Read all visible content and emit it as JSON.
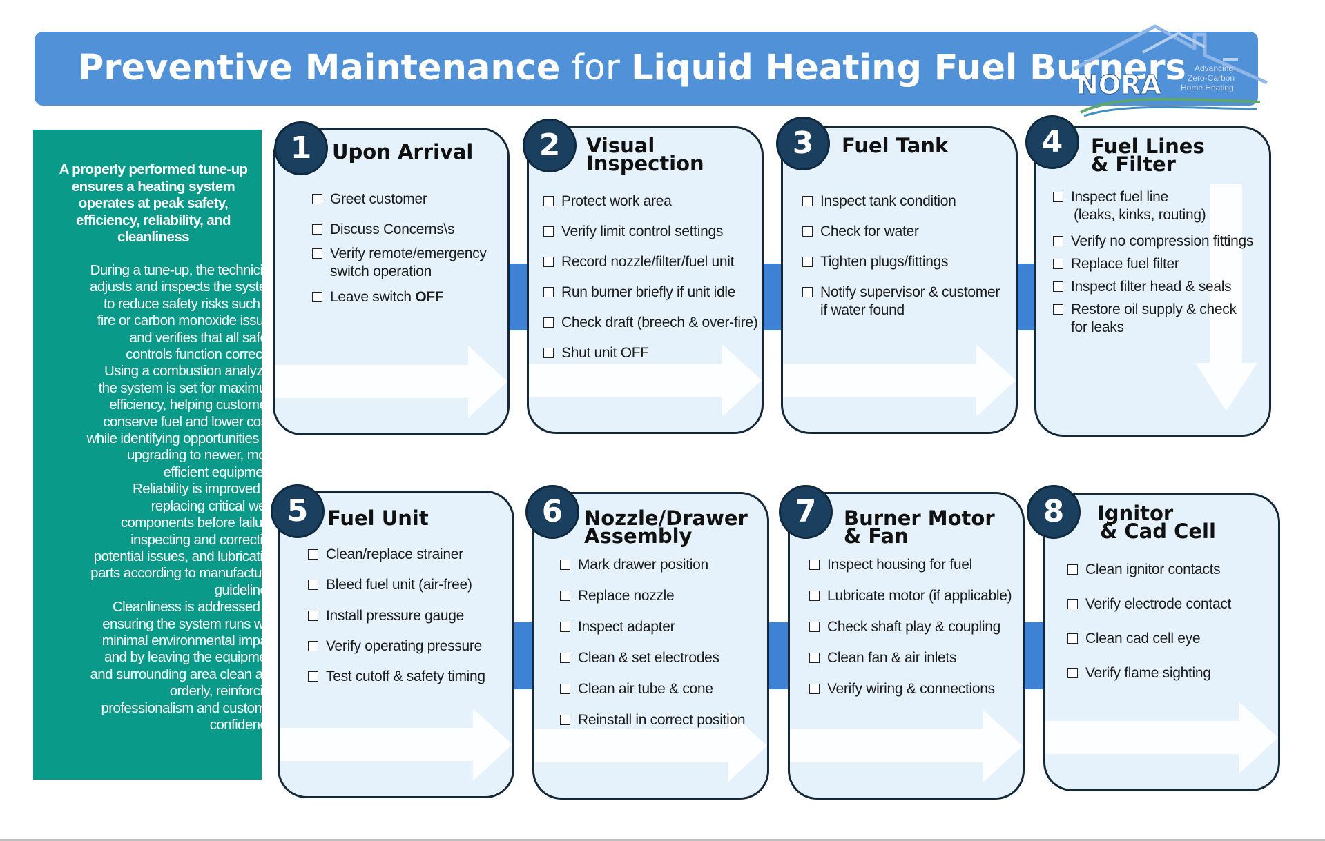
{
  "header": {
    "title_part1": "Preventive Maintenance",
    "title_part2": "for",
    "title_part3": "Liquid Heating Fuel Burners",
    "logo_name": "NORA",
    "logo_tagline": [
      "Advancing",
      "Zero-Carbon",
      "Home Heating"
    ]
  },
  "sidebar": {
    "lead": "A properly performed tune-up ensures a heating system operates at peak safety, efficiency, reliability, and cleanliness",
    "body": [
      "During a tune-up, the technician",
      "adjusts and inspects the system",
      "to reduce safety risks such as",
      "fire or carbon monoxide issues",
      "and verifies that all safety",
      "controls function correctly.",
      "Using a combustion analyzer,",
      "the system is set for maximum",
      "efficiency, helping customers",
      "conserve fuel and lower costs",
      "while identifying opportunities for",
      "upgrading to newer, more",
      "efficient equipment.",
      "Reliability is improved by",
      "replacing critical wear",
      "components before failure,",
      "inspecting and correcting",
      "potential issues, and lubricating",
      "parts according to manufacturer",
      "guidelines.",
      "Cleanliness is addressed by",
      "ensuring the system runs with",
      "minimal environmental impact",
      "and by leaving the equipment",
      "and surrounding area clean and",
      "orderly, reinforcing",
      "professionalism and customer",
      "confidence."
    ]
  },
  "steps": [
    {
      "number": "1",
      "title_lines": [
        "Upon Arrival"
      ],
      "items": [
        [
          "Greet customer"
        ],
        [
          "Discuss Concerns\\s"
        ],
        [
          "Verify remote/emergency",
          "switch operation"
        ],
        [
          "Leave switch ",
          "OFF"
        ]
      ]
    },
    {
      "number": "2",
      "title_lines": [
        "Visual",
        "Inspection"
      ],
      "items": [
        [
          "Protect work area"
        ],
        [
          "Verify limit control settings"
        ],
        [
          "Record nozzle/filter/fuel unit"
        ],
        [
          "Run burner briefly if unit idle"
        ],
        [
          "Check draft (breech & over-fire)"
        ],
        [
          "Shut unit OFF"
        ]
      ]
    },
    {
      "number": "3",
      "title_lines": [
        "Fuel Tank"
      ],
      "items": [
        [
          "Inspect tank condition"
        ],
        [
          "Check for water"
        ],
        [
          "Tighten plugs/fittings"
        ],
        [
          "Notify supervisor & customer",
          "if water found"
        ]
      ]
    },
    {
      "number": "4",
      "title_lines": [
        "Fuel Lines",
        "& Filter"
      ],
      "items": [
        [
          "Inspect fuel line",
          "(leaks, kinks, routing)"
        ],
        [
          "Verify no compression fittings"
        ],
        [
          "Replace fuel filter"
        ],
        [
          "Inspect filter head & seals"
        ],
        [
          "Restore oil supply & check",
          "for leaks"
        ]
      ]
    },
    {
      "number": "5",
      "title_lines": [
        "Fuel Unit"
      ],
      "items": [
        [
          "Clean/replace strainer"
        ],
        [
          "Bleed fuel unit (air-free)"
        ],
        [
          "Install pressure gauge"
        ],
        [
          "Verify operating pressure"
        ],
        [
          "Test cutoff & safety timing"
        ]
      ]
    },
    {
      "number": "6",
      "title_lines": [
        "Nozzle/Drawer",
        "Assembly"
      ],
      "items": [
        [
          "Mark drawer position"
        ],
        [
          "Replace nozzle"
        ],
        [
          "Inspect adapter"
        ],
        [
          "Clean & set electrodes"
        ],
        [
          "Clean air tube & cone"
        ],
        [
          "Reinstall in correct position"
        ]
      ]
    },
    {
      "number": "7",
      "title_lines": [
        "Burner Motor",
        "& Fan"
      ],
      "items": [
        [
          "Inspect housing for fuel"
        ],
        [
          "Lubricate motor (if applicable)"
        ],
        [
          "Check shaft play & coupling"
        ],
        [
          "Clean fan & air inlets"
        ],
        [
          "Verify wiring & connections"
        ]
      ]
    },
    {
      "number": "8",
      "title_lines": [
        "Ignitor",
        "& Cad Cell"
      ],
      "items": [
        [
          "Clean ignitor contacts"
        ],
        [
          "Verify electrode contact"
        ],
        [
          "Clean cad cell eye"
        ],
        [
          "Verify flame sighting"
        ]
      ]
    }
  ],
  "colors": {
    "header_bg": "#5191d8",
    "sidebar_bg": "#0a9a8a",
    "card_bg": "#e6f2fb",
    "badge_bg": "#1b3f5e",
    "connector": "#3d82d4"
  }
}
